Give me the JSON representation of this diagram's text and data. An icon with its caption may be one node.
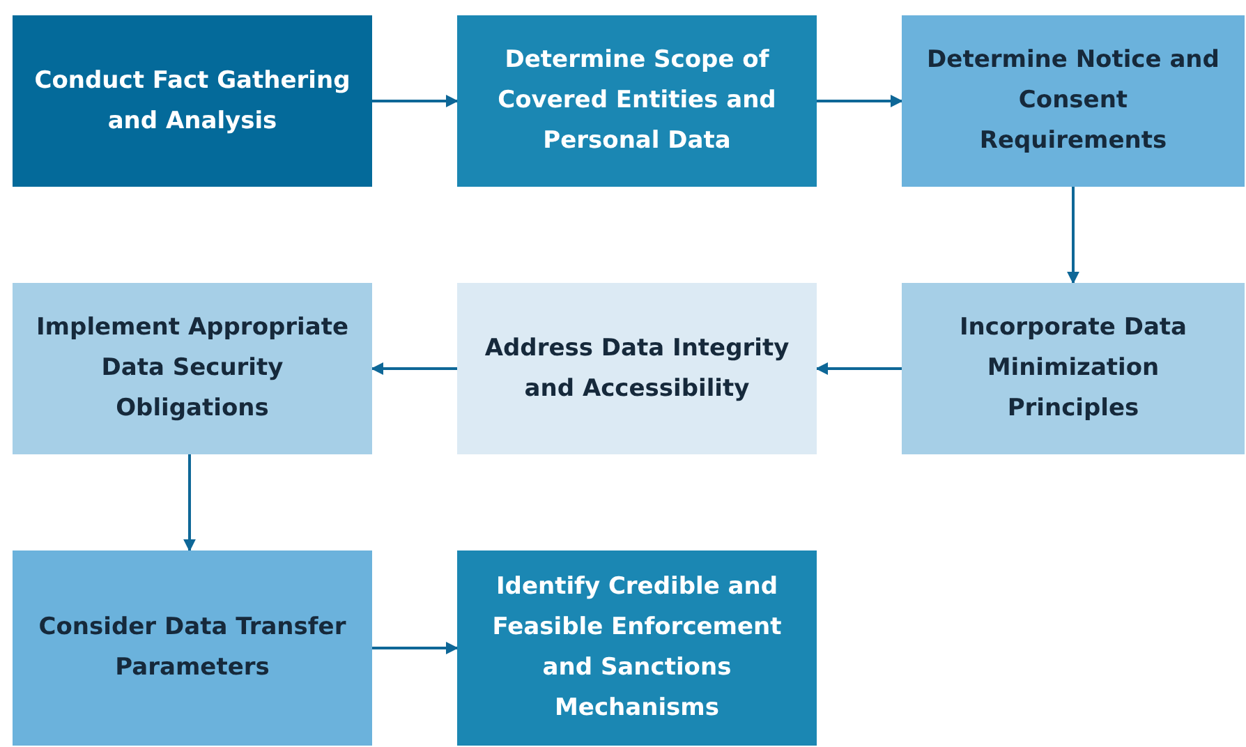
{
  "diagram": {
    "nodes": [
      {
        "text": [
          "Conduct Fact Gathering and Analysis"
        ]
      },
      {
        "text": [
          "Determine Scope of Covered Entities and Personal Data"
        ]
      },
      {
        "text": [
          "Determine Notice and Consent Requirements"
        ]
      },
      {
        "text": [
          "Implement Appropriate Data Security Obligations"
        ]
      },
      {
        "text": [
          "Address Data Integrity and Accessibility"
        ]
      },
      {
        "text": [
          "Incorporate Data Minimization Principles"
        ]
      },
      {
        "text": [
          "Consider Data Transfer Parameters"
        ]
      },
      {
        "text": [
          "Identify Credible and Feasible Enforcement and Sanctions Mechanisms"
        ]
      }
    ],
    "edges": [
      {
        "from": 0,
        "to": 1,
        "arrow": "to"
      },
      {
        "from": 1,
        "to": 2,
        "arrow": "to"
      },
      {
        "from": 2,
        "to": 5,
        "arrow": "to"
      },
      {
        "from": 5,
        "to": 4,
        "arrow": "to"
      },
      {
        "from": 4,
        "to": 3,
        "arrow": "to"
      },
      {
        "from": 3,
        "to": 6,
        "arrow": "to"
      },
      {
        "from": 6,
        "to": 7,
        "arrow": "to"
      }
    ]
  }
}
